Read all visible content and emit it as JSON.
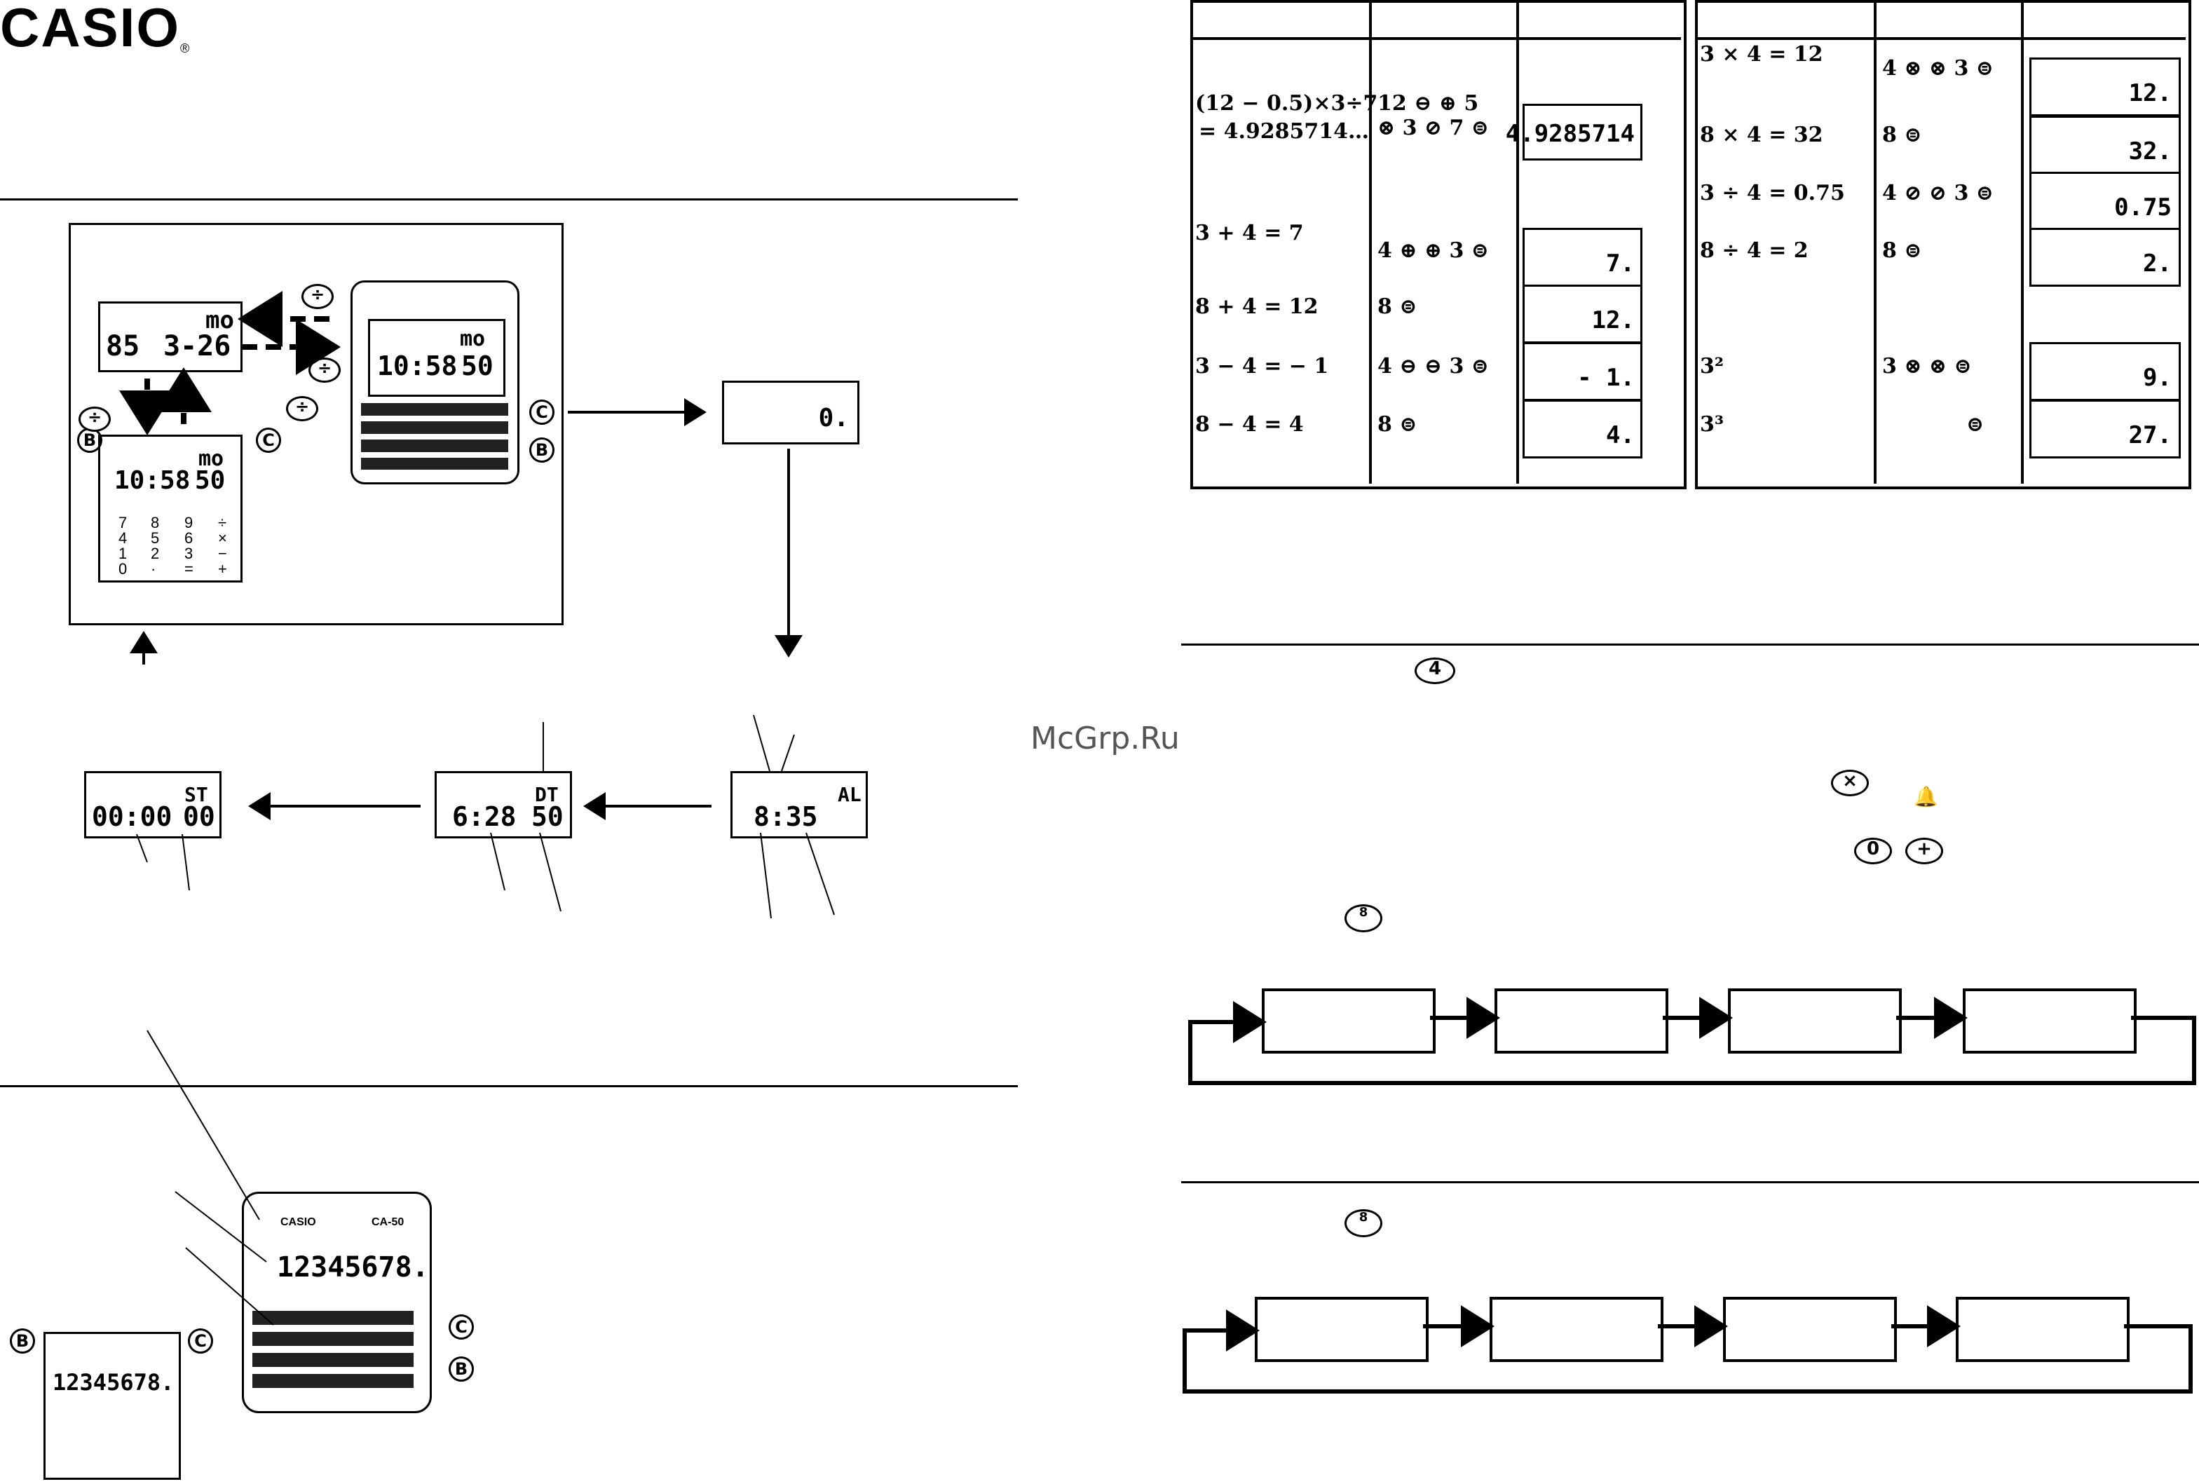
{
  "header": {
    "brand": "CASIO",
    "reg": "®"
  },
  "watermark": "McGrp.Ru",
  "mode_diagram": {
    "date_display": {
      "year": "85",
      "date": "3-26",
      "day": "mo"
    },
    "time_display": {
      "time": "10:58",
      "sec": "50",
      "day": "mo"
    },
    "watch_display": {
      "time": "10:58",
      "sec": "50",
      "day": "mo"
    },
    "calc_display": {
      "value": "0."
    },
    "alarm_display": {
      "time": "8:35",
      "mark": "AL"
    },
    "dual_display": {
      "time": "6:28",
      "sec": "50",
      "mark": "DT"
    },
    "stopwatch_display": {
      "time": "00:00",
      "sec": "00",
      "mark": "ST"
    },
    "keypad_rows": [
      [
        "7",
        "8",
        "9",
        "÷"
      ],
      [
        "4",
        "5",
        "6",
        "×"
      ],
      [
        "1",
        "2",
        "3",
        "−"
      ],
      [
        "0",
        "·",
        "=",
        "+"
      ]
    ],
    "button_b": "B",
    "button_c": "C",
    "key_div": "÷"
  },
  "watch_face_2": {
    "display": "12345678.",
    "brand": "CASIO",
    "model": "CA-50",
    "small_display": "12345678."
  },
  "calc_table_left": {
    "rows": [
      {
        "expr_line1": "(12 − 0.5)×3÷7",
        "expr_line2": "= 4.9285714…",
        "ops_line1": "12 ⊖ ⊕ 5",
        "ops_line2": "⊗ 3 ⊘ 7 ⊜",
        "display": "4.9285714"
      },
      {
        "expr_line1": "3 + 4 = 7",
        "expr_line2": "",
        "ops_line1": "4 ⊕ ⊕ 3 ⊜",
        "ops_line2": "",
        "display": "7."
      },
      {
        "expr_line1": "8 + 4 = 12",
        "expr_line2": "",
        "ops_line1": "8 ⊜",
        "ops_line2": "",
        "display": "12."
      },
      {
        "expr_line1": "3 − 4 = − 1",
        "expr_line2": "",
        "ops_line1": "4 ⊖ ⊖ 3 ⊜",
        "ops_line2": "",
        "display": "- 1."
      },
      {
        "expr_line1": "8 − 4 = 4",
        "expr_line2": "",
        "ops_line1": "8 ⊜",
        "ops_line2": "",
        "display": "4."
      }
    ]
  },
  "calc_table_right": {
    "rows": [
      {
        "expr": "3 × 4 = 12",
        "ops": "4 ⊗ ⊗ 3 ⊜",
        "display": "12."
      },
      {
        "expr": "8 × 4 = 32",
        "ops": "8 ⊜",
        "display": "32."
      },
      {
        "expr": "3 ÷ 4 = 0.75",
        "ops": "4 ⊘ ⊘ 3 ⊜",
        "display": "0.75"
      },
      {
        "expr": "8 ÷ 4 = 2",
        "ops": "8 ⊜",
        "display": "2."
      },
      {
        "expr": "3²",
        "ops": "3 ⊗ ⊗ ⊜",
        "display": "9."
      },
      {
        "expr": "3³",
        "ops": "⊜",
        "display": "27."
      }
    ]
  },
  "section2": {
    "key4": "4",
    "keyx": "×",
    "key0": "0",
    "keyplus": "+",
    "bell": "🔔",
    "small_key": "8"
  }
}
